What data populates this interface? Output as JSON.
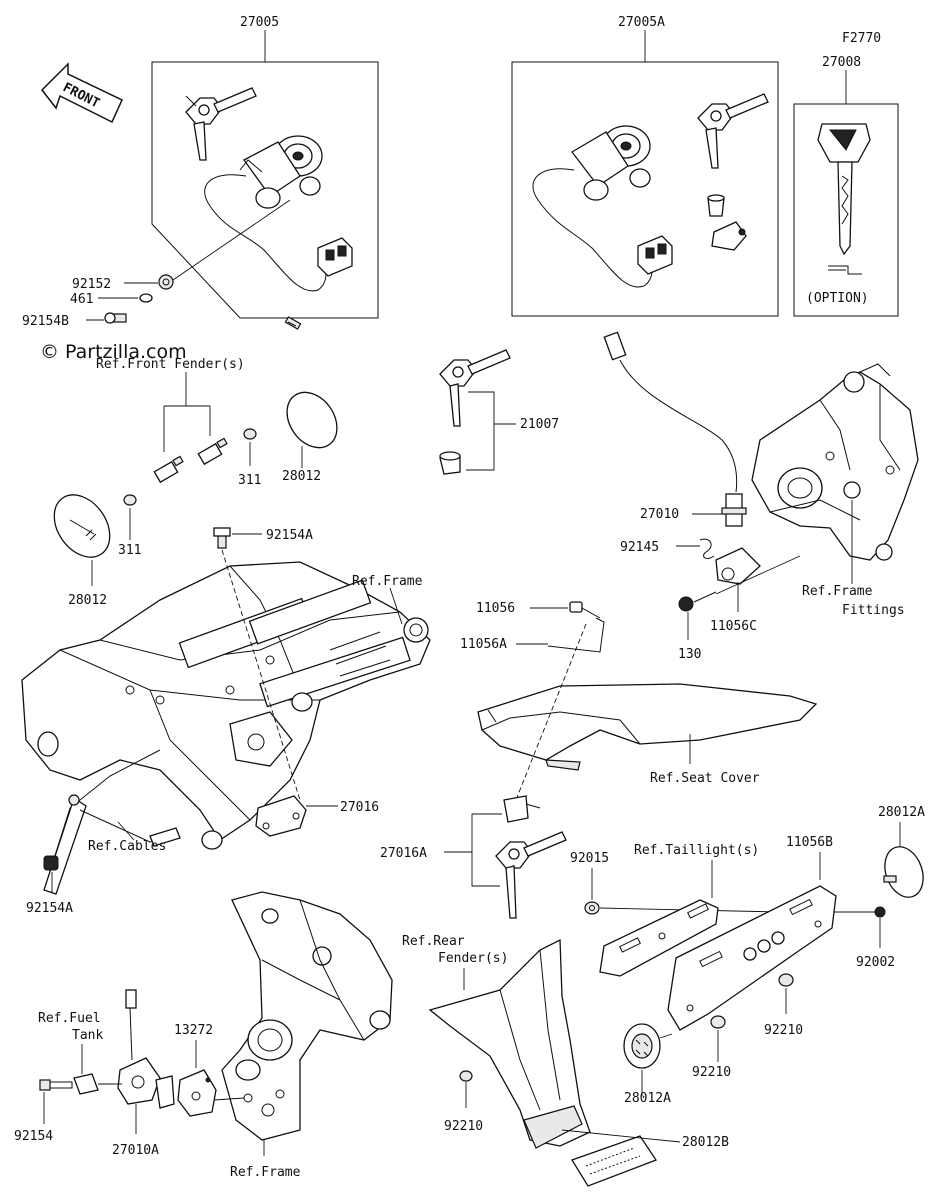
{
  "watermark": "© Partzilla.com",
  "front_arrow": "FRONT",
  "boxes": {
    "left_kit": "27005",
    "right_kit": "27005A",
    "key_ref": "F2770",
    "key": "27008",
    "key_option": "(OPTION)"
  },
  "labels": {
    "p92152": "92152",
    "p461": "461",
    "p92154B": "92154B",
    "ref_front_fenders": "Ref.Front Fender(s)",
    "p311_top": "311",
    "p28012_top": "28012",
    "p311_left": "311",
    "p28012_left": "28012",
    "p92154A_top": "92154A",
    "ref_frame_top": "Ref.Frame",
    "p27016": "27016",
    "ref_cables": "Ref.Cables",
    "p92154A_bottom": "92154A",
    "p21007": "21007",
    "p27010": "27010",
    "p92145": "92145",
    "p130": "130",
    "p11056C": "11056C",
    "ref_frame_fittings_1": "Ref.Frame",
    "ref_frame_fittings_2": "Fittings",
    "p11056": "11056",
    "p11056A": "11056A",
    "ref_seat_cover": "Ref.Seat Cover",
    "p27016A": "27016A",
    "p92015": "92015",
    "ref_taillights": "Ref.Taillight(s)",
    "p11056B": "11056B",
    "p28012A_top": "28012A",
    "p92002": "92002",
    "p92210_mid": "92210",
    "p92210_low": "92210",
    "p28012A_low": "28012A",
    "ref_rear_fender_1": "Ref.Rear",
    "ref_rear_fender_2": "Fender(s)",
    "p92210_left": "92210",
    "p28012B": "28012B",
    "ref_fuel_tank_1": "Ref.Fuel",
    "ref_fuel_tank_2": "Tank",
    "p13272": "13272",
    "p92154": "92154",
    "p27010A": "27010A",
    "ref_frame_bottom": "Ref.Frame"
  }
}
